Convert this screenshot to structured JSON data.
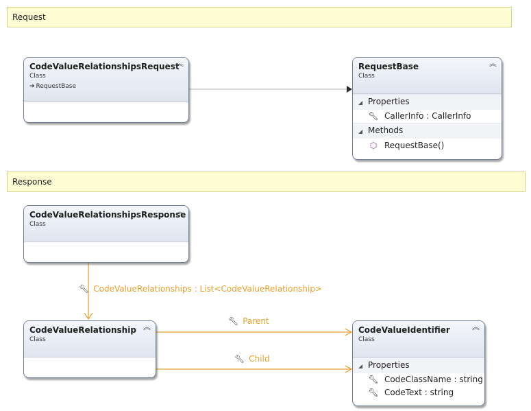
{
  "sections": {
    "request": "Request",
    "response": "Response"
  },
  "classes": {
    "cvr_request": {
      "name": "CodeValueRelationshipsRequest",
      "kind": "Class",
      "inherits": "RequestBase"
    },
    "request_base": {
      "name": "RequestBase",
      "kind": "Class",
      "properties_label": "Properties",
      "properties": [
        "CallerInfo : CallerInfo"
      ],
      "methods_label": "Methods",
      "methods": [
        "RequestBase()"
      ]
    },
    "cvr_response": {
      "name": "CodeValueRelationshipsResponse",
      "kind": "Class"
    },
    "cv_relationship": {
      "name": "CodeValueRelationship",
      "kind": "Class"
    },
    "cv_identifier": {
      "name": "CodeValueIdentifier",
      "kind": "Class",
      "properties_label": "Properties",
      "properties": [
        "CodeClassName : string",
        "CodeText : string"
      ]
    }
  },
  "associations": {
    "relationships": "CodeValueRelationships : List<CodeValueRelationship>",
    "parent": "Parent",
    "child": "Child"
  },
  "icons": {
    "property": "wrench-icon",
    "method": "cube-method-icon",
    "collapse": "double-chevron-up-icon",
    "inherit": "inheritance-arrow-icon"
  },
  "colors": {
    "band_bg": "#fefed5",
    "association": "#e8a02d",
    "inheritance_line": "#b0b0b0"
  }
}
